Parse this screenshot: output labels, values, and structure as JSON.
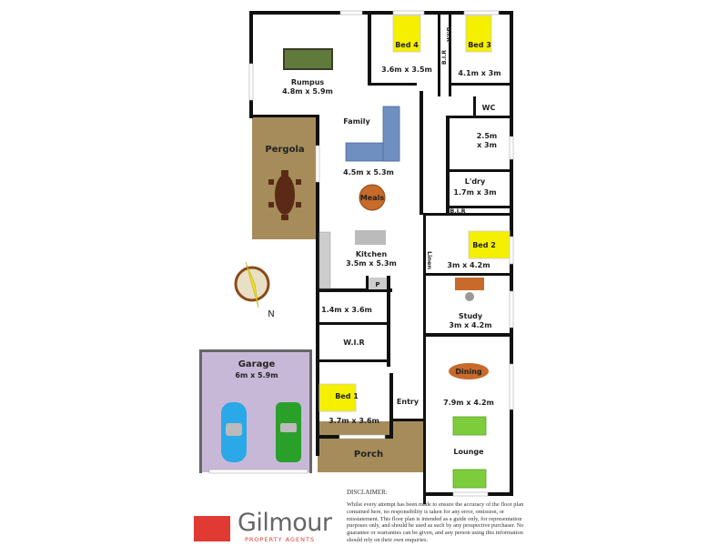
{
  "rooms": {
    "rumpus": {
      "name": "Rumpus",
      "size": "4.8m x 5.9m"
    },
    "bed4": {
      "name": "Bed 4",
      "size": "3.6m x 3.5m"
    },
    "bed3": {
      "name": "Bed 3",
      "size": "4.1m x 3m"
    },
    "bir_top": "B.I.R",
    "bir_mid": "B.I.R",
    "wc": "WC",
    "bathroom": {
      "size_line1": "2.5m",
      "size_line2": "x 3m"
    },
    "family": {
      "name": "Family",
      "size": "4.5m x 5.3m"
    },
    "meals": "Meals",
    "pergola": "Pergola",
    "laundry": {
      "name": "L'dry",
      "size": "1.7m x 3m"
    },
    "bir_laundry": "B.I.R",
    "bed2": {
      "name": "Bed 2",
      "size": "3m x 4.2m"
    },
    "linen": "Linen",
    "kitchen": {
      "name": "Kitchen",
      "size": "3.5m x 5.3m"
    },
    "pantry": "P",
    "ensuite": {
      "size": "1.4m x 3.6m"
    },
    "study": {
      "name": "Study",
      "size": "3m x 4.2m"
    },
    "wir": "W.I.R",
    "bed1": {
      "name": "Bed 1",
      "size": "3.7m x 3.6m"
    },
    "entry": "Entry",
    "dining": "Dining",
    "lounge_dining": {
      "size": "7.9m x 4.2m",
      "name": "Lounge"
    },
    "garage": {
      "name": "Garage",
      "size": "6m x 5.9m"
    },
    "porch": "Porch"
  },
  "compass": {
    "label": "N"
  },
  "disclaimer": {
    "heading": "DISCLAIMER:",
    "text": "Whilst every attempt has been made to ensure the accuracy of the floor plan contained here, no responsibility is taken for any error, omission, or misstatement. This floor plan is intended as a guide only, for representation purposes only, and should be used as such by any prospective purchaser. No guarantee or warranties can be given, and any person using this information should rely on their own enquiries."
  },
  "logo": {
    "name": "Gilmour",
    "tagline": "PROPERTY AGENTS"
  },
  "colors": {
    "wall": "#111111",
    "bed": "#f5ef00",
    "pergola": "#a58c5a",
    "garage": "#c8b8d8",
    "sofa": "#6f8fc0",
    "table": "#c86a2a",
    "lounge_sofa": "#7ccc3c",
    "brand": "#e03a33"
  }
}
